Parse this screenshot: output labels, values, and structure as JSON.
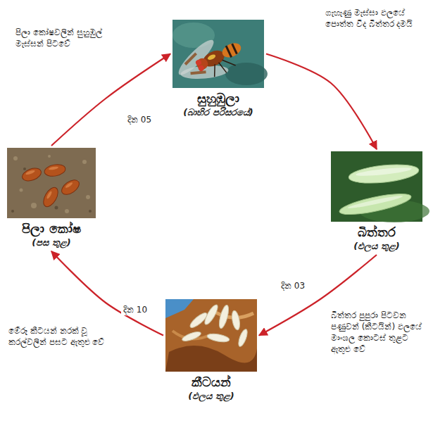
{
  "diagram": {
    "nodes": [
      {
        "text": [
          "සුහුඹුලා",
          "(බාහිර පරිසරයේ)"
        ]
      },
      {
        "text": [
          "බිත්තර",
          "(ඵලය තුළ)"
        ]
      },
      {
        "text": [
          "කීටයන්",
          "(ඵලය තුළ)"
        ]
      },
      {
        "text": [
          "පිලා කෝෂ",
          "(පස තුළ)"
        ]
      }
    ],
    "edges": [
      {
        "from": 0,
        "to": 1,
        "arrow": "to"
      },
      {
        "from": 1,
        "to": 2,
        "label": "දින 03",
        "arrow": "to"
      },
      {
        "from": 2,
        "to": 3,
        "label": "දින 10",
        "arrow": "to"
      },
      {
        "from": 3,
        "to": 0,
        "label": "දින 05",
        "arrow": "to"
      }
    ],
    "labels": [
      "පිලා කෝෂවලින් සුහුඹුල් මැස්සන් පිටවේ",
      "ගැහැණු මැස්සා ඵලයේ පොත්ත විද බිත්තර දමයි",
      "බිත්තර පුපුරා පිටවන පණුවන් (කීටයින්) ඵලයේ මාංශල කොටස් තුළට ඇතුළු වේ",
      "මේරූ කීටයන් නරක් වූ කරල්වලින් පසට ඇතුළු වේ"
    ]
  }
}
